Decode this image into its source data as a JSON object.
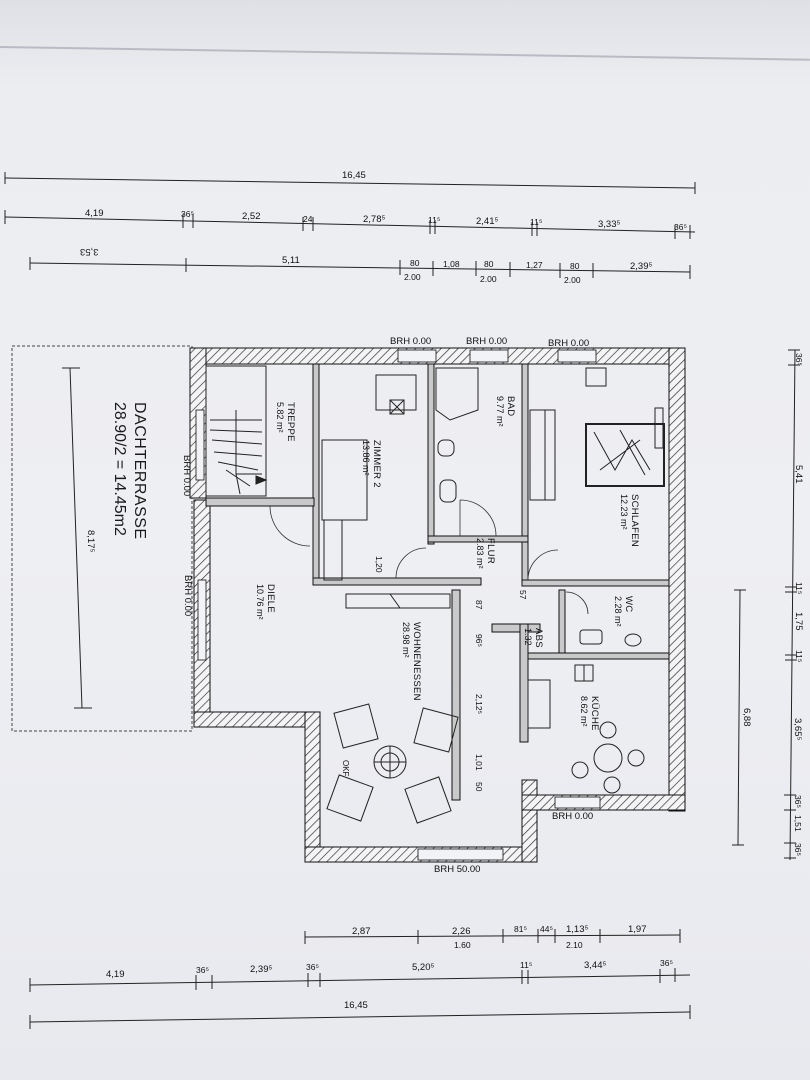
{
  "dimensions": {
    "top_overall": "16,45",
    "top_row1": [
      "4,19",
      "36⁵",
      "2,52",
      "24",
      "2,78⁵",
      "11⁵",
      "2,41⁵",
      "11⁵",
      "3,33⁵",
      "36⁵"
    ],
    "top_row2_left_rotated": "3,53",
    "top_row3": [
      "5,11",
      "80",
      "1,08",
      "80",
      "1,27",
      "80",
      "2,39⁵"
    ],
    "top_row3_sub": [
      "2.00",
      "2.00",
      "2.00"
    ],
    "right_side": [
      "36⁵",
      "5,41",
      "11⁵",
      "1,75",
      "11⁵",
      "3,65⁵",
      "6,88",
      "36⁵",
      "1,51",
      "36⁵"
    ],
    "terrace_depth": "8,17⁵",
    "bottom_row1": [
      "2,87",
      "2,26",
      "81⁵",
      "44⁵",
      "1,13⁵",
      "1,97"
    ],
    "bottom_row1_sub": [
      "1.60",
      "2.10"
    ],
    "bottom_row2": [
      "4,19",
      "36⁵",
      "2,39⁵",
      "36⁵",
      "5,20⁵",
      "11⁵",
      "3,44⁵",
      "36⁵"
    ],
    "bottom_overall": "16,45",
    "interior": [
      "1,20",
      "87",
      "96⁵",
      "2,12⁵",
      "1,01",
      "50",
      "57"
    ]
  },
  "window_sills": {
    "top_left": "BRH 0.00",
    "top_mid": "BRH 0.00",
    "top_right": "BRH 0.00",
    "left_upper": "BRH 0.00",
    "left_lower": "BRH 0.00",
    "right_bottom": "BRH 0.00",
    "bottom": "BRH 50.00"
  },
  "rooms": {
    "treppe": {
      "name": "TREPPE",
      "area": "5.82 m²"
    },
    "zimmer2": {
      "name": "ZIMMER 2",
      "area": "13.86 m²"
    },
    "bad": {
      "name": "BAD",
      "area": "9.77 m²"
    },
    "schlafen": {
      "name": "SCHLAFEN",
      "area": "12.23 m²"
    },
    "flur": {
      "name": "FLUR",
      "area": "2.83 m²"
    },
    "diele": {
      "name": "DIELE",
      "area": "10.76 m²"
    },
    "wohnenessen": {
      "name": "WOHNENESSEN",
      "area": "28.98 m²"
    },
    "wc": {
      "name": "WC",
      "area": "2.28 m²"
    },
    "abs": {
      "name": "ABS",
      "area": "1.32"
    },
    "kueche": {
      "name": "KÜCHE",
      "area": "8.62 m²"
    }
  },
  "terrace": {
    "name": "DACHTERRASSE",
    "area": "28.90/2 = 14.45m2"
  },
  "fireplace_label": "OKF"
}
